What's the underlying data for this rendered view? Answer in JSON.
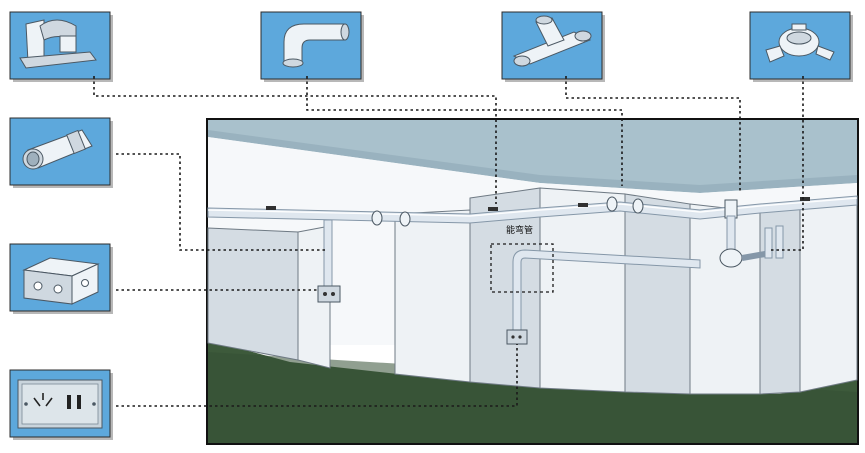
{
  "colors": {
    "thumbnail_background": "#5da8dc",
    "ceiling": "#a9c1cc",
    "floor": "#3d5a3b",
    "wall": "#eef2f5",
    "pipe": "#dfe7ef",
    "leader_line": "#1a1a1a"
  },
  "components": [
    {
      "id": "saddle-clip",
      "icon": "pipe-saddle-clip-icon"
    },
    {
      "id": "elbow",
      "icon": "pipe-elbow-icon"
    },
    {
      "id": "tee",
      "icon": "pipe-tee-icon"
    },
    {
      "id": "junction-box",
      "icon": "round-junction-box-icon"
    },
    {
      "id": "coupling",
      "icon": "pipe-coupling-icon"
    },
    {
      "id": "switch-box",
      "icon": "square-switch-box-icon"
    },
    {
      "id": "socket-plate",
      "icon": "socket-faceplate-icon"
    }
  ],
  "annotations": {
    "bend_pipe_label": "能弯管"
  }
}
